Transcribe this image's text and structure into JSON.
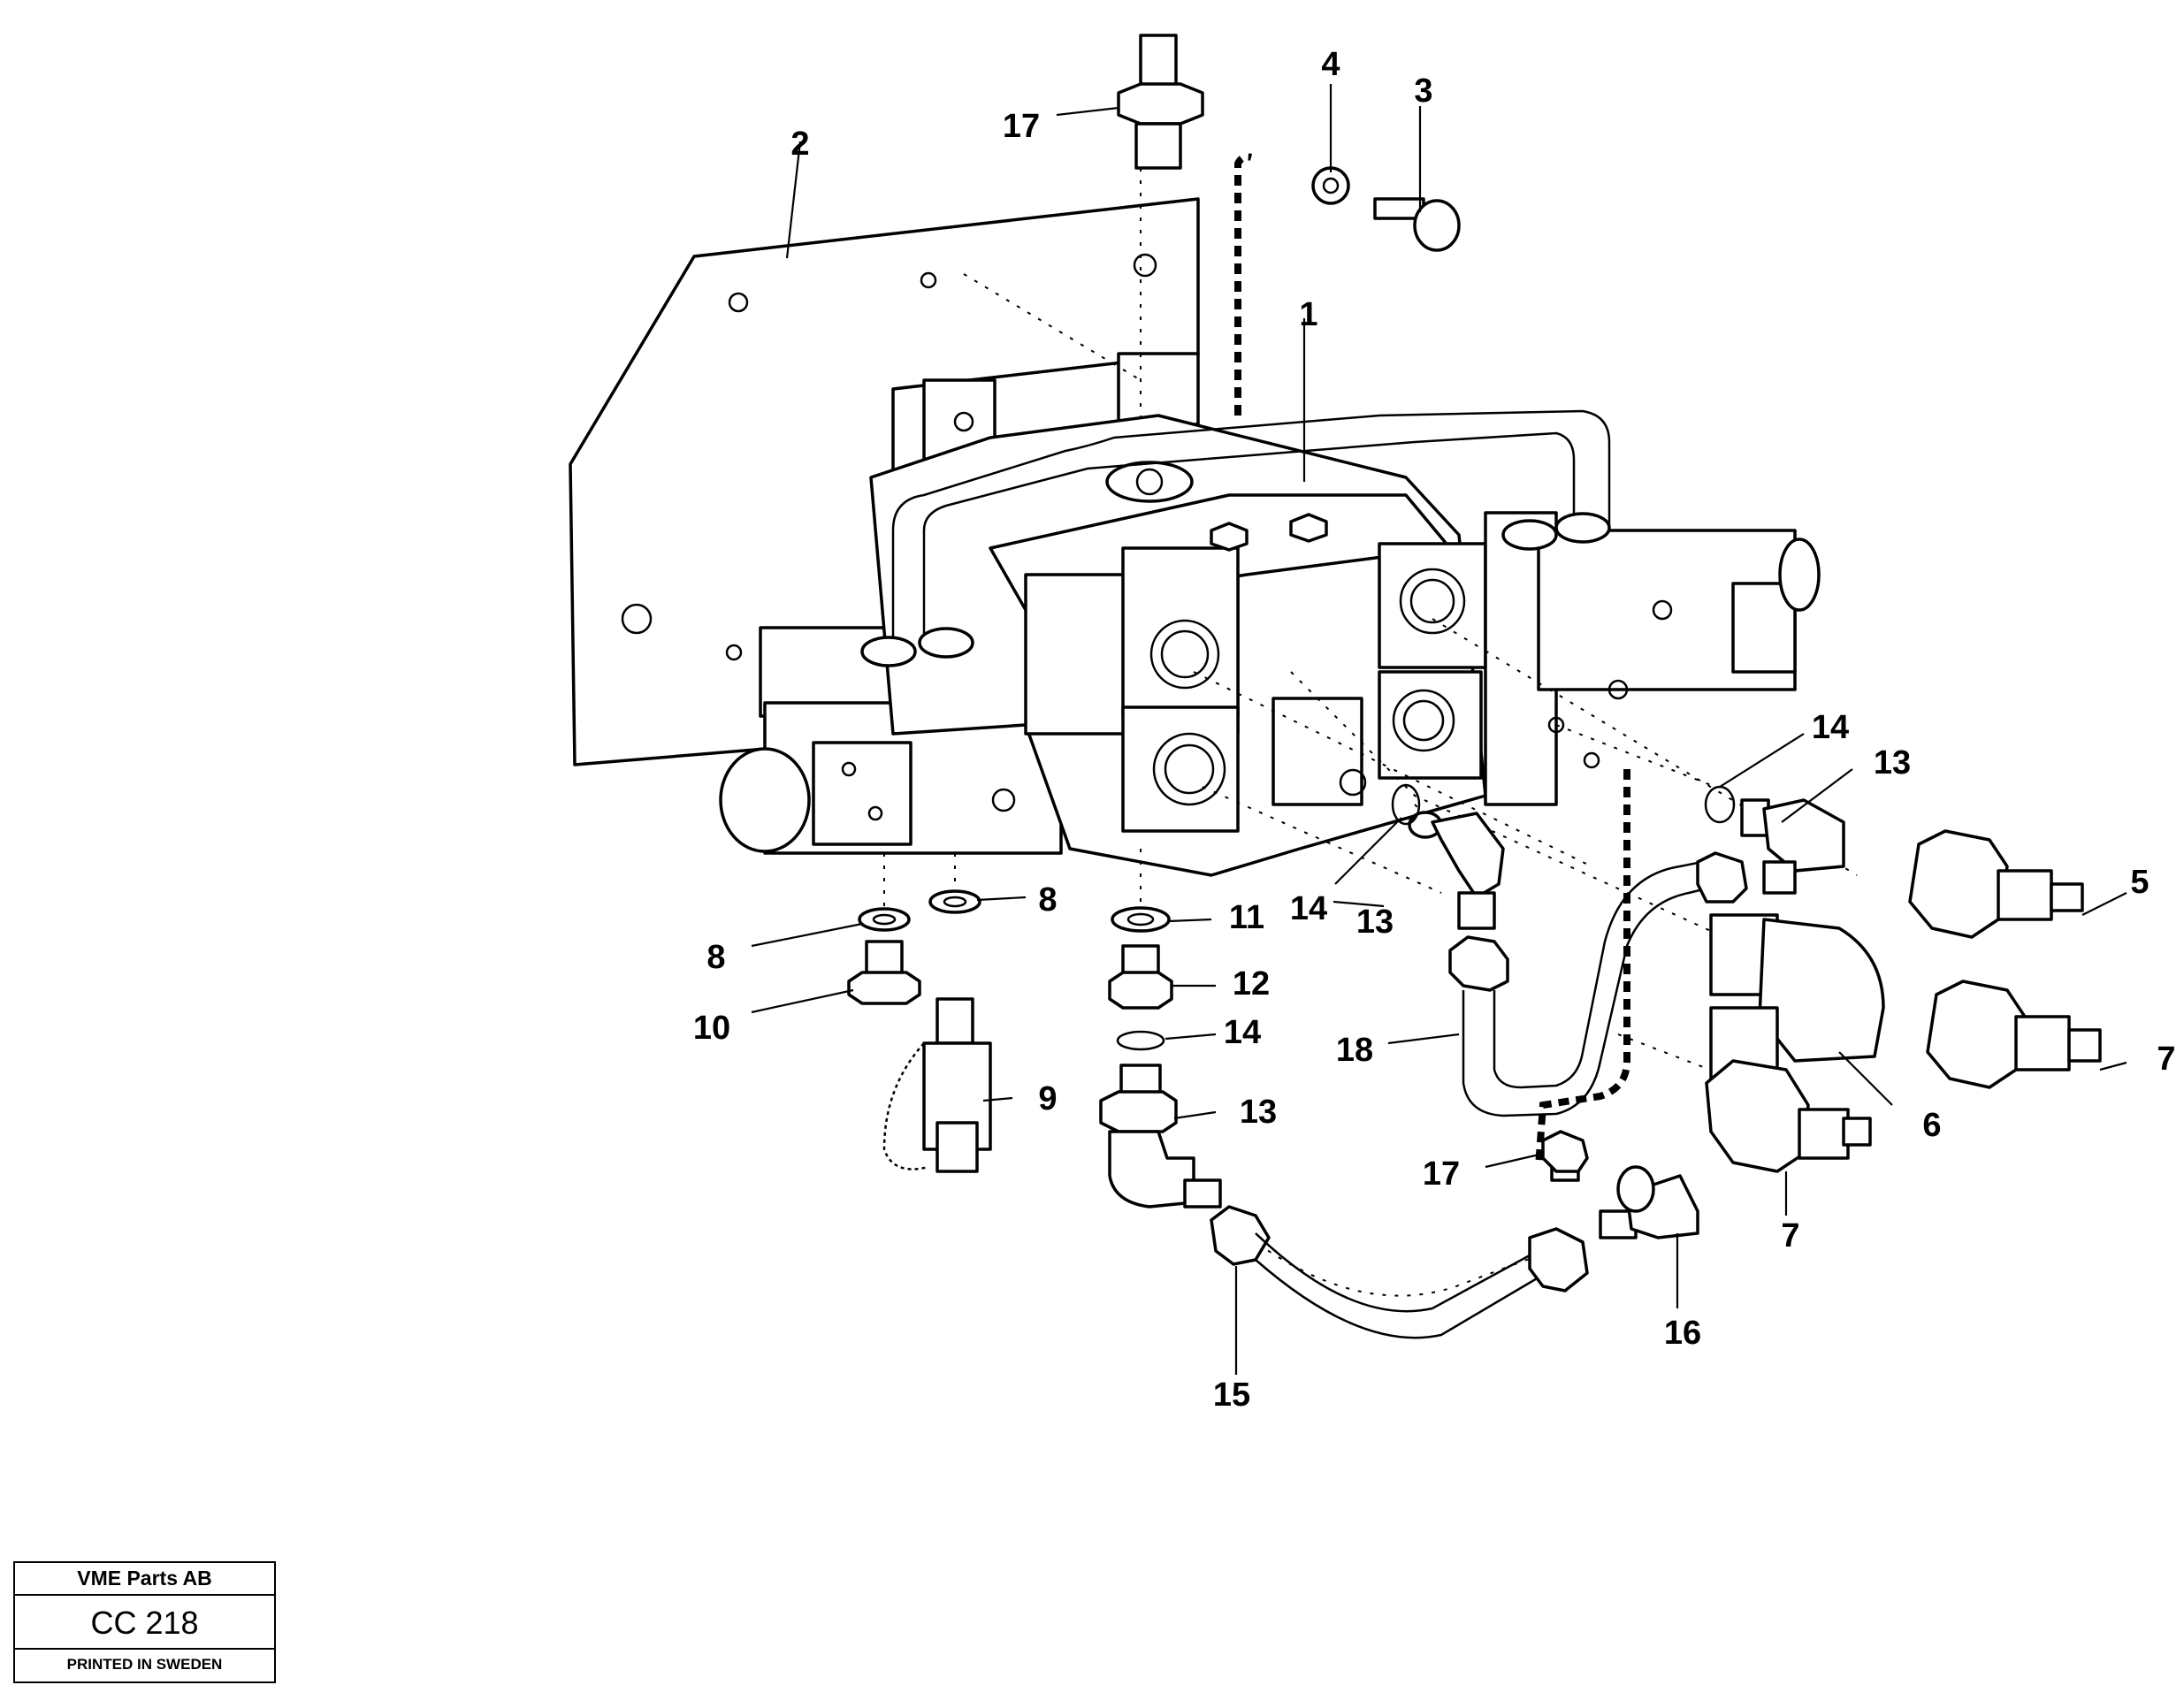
{
  "title_block": {
    "company": "VME Parts AB",
    "code": "CC 218",
    "printed": "PRINTED IN SWEDEN"
  },
  "callouts": {
    "c1": "1",
    "c2": "2",
    "c3": "3",
    "c4": "4",
    "c5": "5",
    "c6": "6",
    "c7a": "7",
    "c7b": "7",
    "c8a": "8",
    "c8b": "8",
    "c9": "9",
    "c10": "10",
    "c11": "11",
    "c12": "12",
    "c13a": "13",
    "c13b": "13",
    "c13c": "13",
    "c14a": "14",
    "c14b": "14",
    "c14c": "14",
    "c15": "15",
    "c16": "16",
    "c17a": "17",
    "c17b": "17",
    "c18": "18"
  }
}
